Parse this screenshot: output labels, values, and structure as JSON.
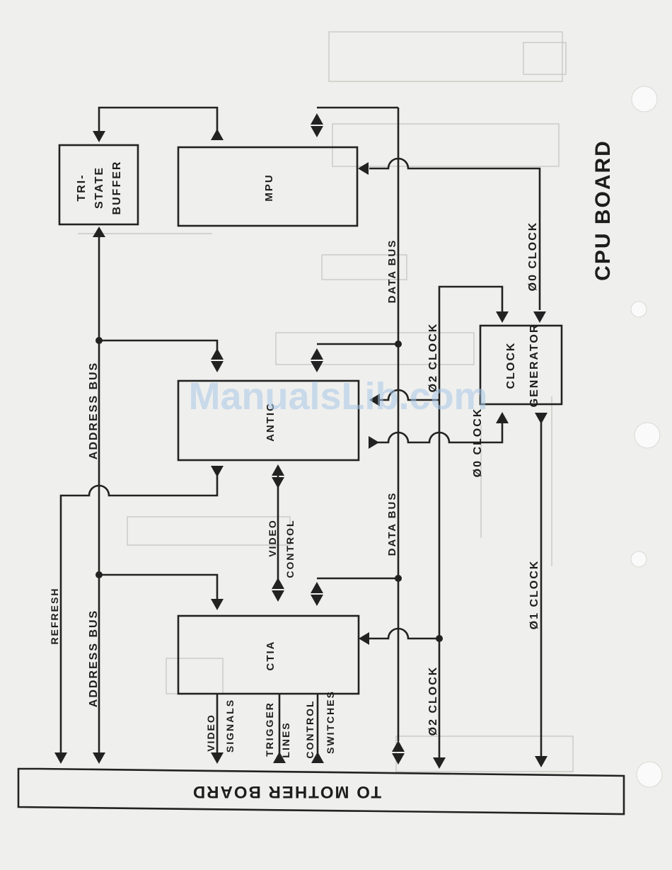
{
  "title": "CPU BOARD",
  "watermark": "ManualsLib.com",
  "blocks": {
    "tristate": [
      "TRI-",
      "STATE",
      "BUFFER"
    ],
    "mpu": "MPU",
    "antic": "ANTIC",
    "ctia": "CTIA",
    "clock_generator": [
      "CLOCK",
      "GENERATOR"
    ],
    "mother_board": "TO MOTHER BOARD"
  },
  "signals": {
    "address_bus_upper": "ADDRESS BUS",
    "address_bus_lower": "ADDRESS BUS",
    "refresh": "REFRESH",
    "data_bus_upper": "DATA BUS",
    "data_bus_lower": "DATA BUS",
    "video_control": [
      "VIDEO",
      "CONTROL"
    ],
    "video_signals": [
      "VIDEO",
      "SIGNALS"
    ],
    "trigger_lines": [
      "TRIGGER",
      "LINES"
    ],
    "control_switches": [
      "CONTROL",
      "SWITCHES"
    ],
    "phi2_clock_upper": "Ø2 CLOCK",
    "phi2_clock_lower": "Ø2 CLOCK",
    "phi0_clock_antic": "Ø0 CLOCK",
    "phi0_clock_mpu": "Ø0 CLOCK",
    "phi1_clock": "Ø1 CLOCK"
  }
}
